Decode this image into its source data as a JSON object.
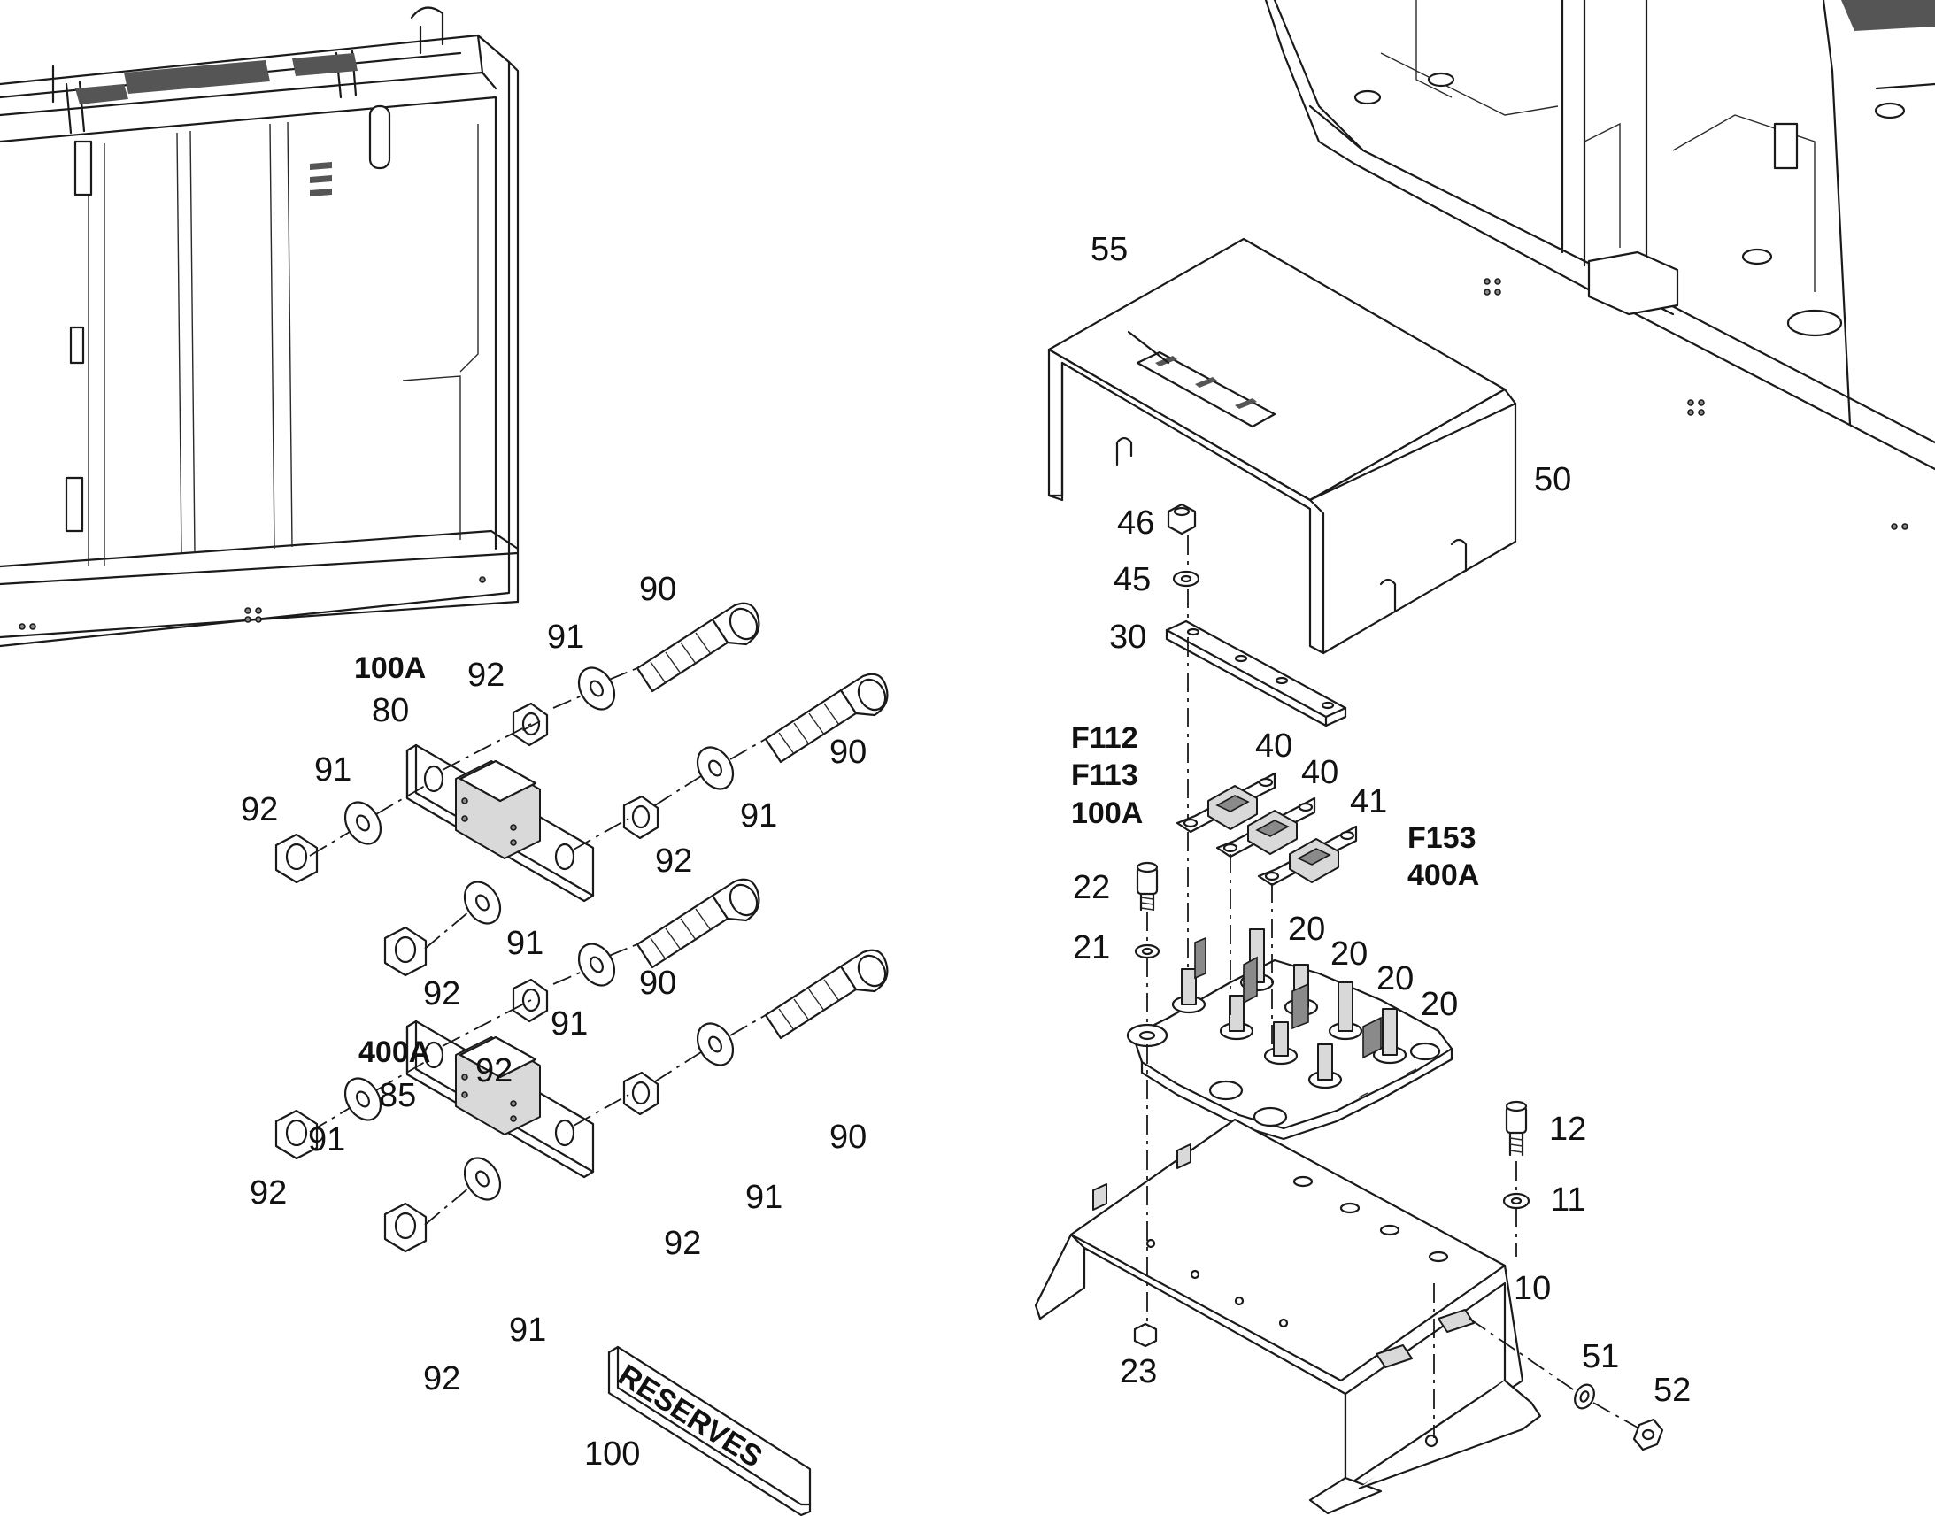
{
  "diagram": {
    "part_labels": {
      "p55": "55",
      "p50": "50",
      "p46": "46",
      "p45": "45",
      "p30": "30",
      "p40a": "40",
      "p40b": "40",
      "p41": "41",
      "p22": "22",
      "p21": "21",
      "p20a": "20",
      "p20b": "20",
      "p20c": "20",
      "p20d": "20",
      "p12": "12",
      "p11": "11",
      "p10": "10",
      "p23": "23",
      "p51": "51",
      "p52": "52",
      "p90a": "90",
      "p90b": "90",
      "p90c": "90",
      "p90d": "90",
      "p91a": "91",
      "p91b": "91",
      "p91c": "91",
      "p91d": "91",
      "p91e": "91",
      "p91f": "91",
      "p91g": "91",
      "p91h": "91",
      "p92a": "92",
      "p92b": "92",
      "p92c": "92",
      "p92d": "92",
      "p92e": "92",
      "p92f": "92",
      "p92g": "92",
      "p92h": "92",
      "p80": "80",
      "p85": "85",
      "p100": "100"
    },
    "ratings": {
      "r100a_top": "100A",
      "r400a_mid": "400A",
      "f112": "F112",
      "f113": "F113",
      "r100a_fuse": "100A",
      "f153": "F153",
      "r400a_fuse": "400A"
    },
    "reserve_plate_text": "RESERVES",
    "line_color": "#1a1a1a",
    "fill_gray": "#d9d9d9"
  }
}
